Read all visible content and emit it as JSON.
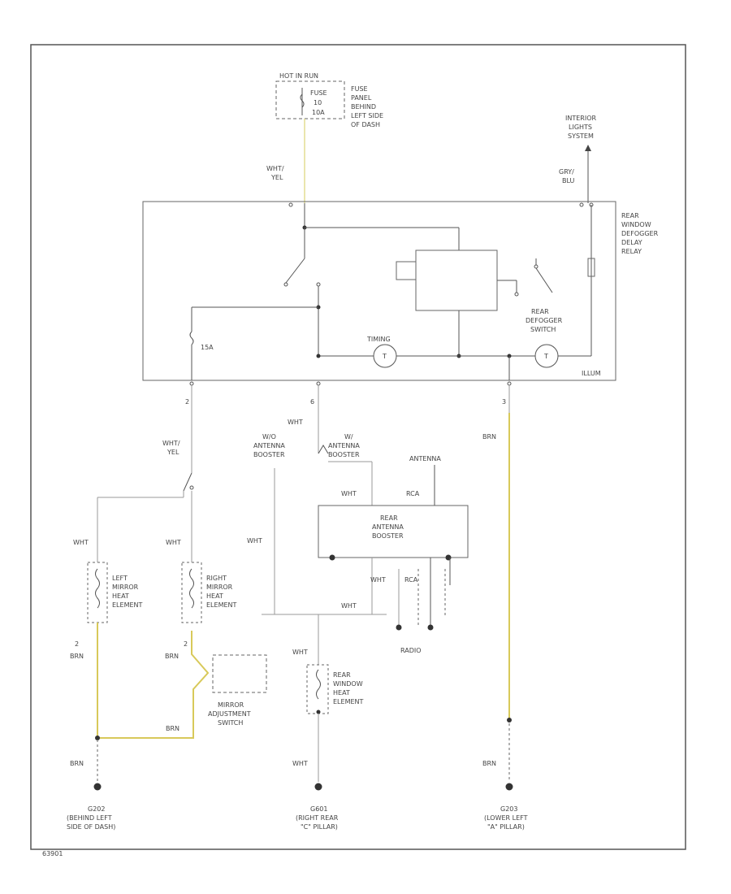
{
  "fuse": {
    "header": "HOT IN RUN",
    "line1": "FUSE",
    "line2": "10",
    "line3": "10A",
    "location": [
      "FUSE",
      "PANEL",
      "BEHIND",
      "LEFT SIDE",
      "OF DASH"
    ]
  },
  "wires": {
    "fuse_feed": [
      "WHT/",
      "YEL"
    ],
    "interior_feed": [
      "GRY/",
      "BLU"
    ],
    "out_left": [
      "WHT/",
      "YEL"
    ],
    "out_center": "WHT",
    "out_right": "BRN",
    "left_mirror_feed": "WHT",
    "right_mirror_feed": "WHT",
    "booster_left": "WHT",
    "booster_in": "WHT",
    "booster_rca": "RCA",
    "radio_wht": "WHT",
    "radio_rca": "RCA",
    "bus": "WHT",
    "rear_heat_feed": "WHT",
    "left_mirror_gnd": "BRN",
    "right_mirror_gnd": "BRN",
    "mirror_switch_gnd": "BRN",
    "g202_feed": "BRN",
    "g601_feed": "WHT",
    "g203_feed": "BRN"
  },
  "pins": {
    "out_left": "2",
    "out_center": "6",
    "out_right": "3",
    "left_mirror": "2",
    "right_mirror": "2"
  },
  "interior_lights": [
    "INTERIOR",
    "LIGHTS",
    "SYSTEM"
  ],
  "relay": {
    "name": [
      "REAR",
      "WINDOW",
      "DEFOGGER",
      "DELAY",
      "RELAY"
    ],
    "fuse_label": "15A",
    "timing_label": "TIMING",
    "switch_label": [
      "REAR",
      "DEFOGGER",
      "SWITCH"
    ],
    "illum_label": "ILLUM"
  },
  "antenna": {
    "fm_booster": [
      "W/O",
      "ANTENNA",
      "BOOSTER"
    ],
    "w_booster": [
      "W/",
      "ANTENNA",
      "BOOSTER"
    ],
    "antenna": "ANTENNA",
    "rear_booster": [
      "REAR",
      "ANTENNA",
      "BOOSTER"
    ]
  },
  "radio": "RADIO",
  "components": {
    "left_mirror": [
      "LEFT",
      "MIRROR",
      "HEAT",
      "ELEMENT"
    ],
    "right_mirror": [
      "RIGHT",
      "MIRROR",
      "HEAT",
      "ELEMENT"
    ],
    "mirror_switch": [
      "MIRROR",
      "ADJUSTMENT",
      "SWITCH"
    ],
    "rear_window": [
      "REAR",
      "WINDOW",
      "HEAT",
      "ELEMENT"
    ]
  },
  "grounds": {
    "g202": [
      "G202",
      "(BEHIND LEFT",
      "SIDE OF DASH)"
    ],
    "g601": [
      "G601",
      "(RIGHT REAR",
      "\"C\" PILLAR)"
    ],
    "g203": [
      "G203",
      "(LOWER LEFT",
      "\"A\" PILLAR)"
    ]
  },
  "figure_code": "63901"
}
